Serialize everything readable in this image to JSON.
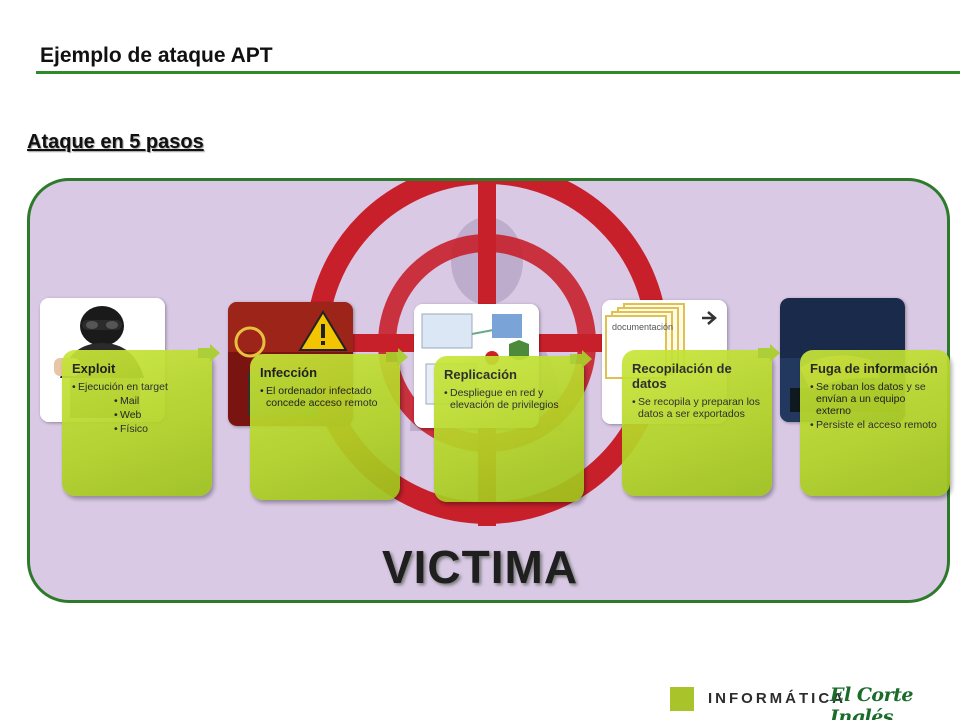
{
  "header": {
    "title": "Ejemplo de ataque APT"
  },
  "section": {
    "subtitle": "Ataque en 5 pasos"
  },
  "diagram": {
    "center_label": "VICTIMA",
    "panel_color": "#d9c9e5",
    "border_color": "#2d7a2b",
    "target_color": "#c8202b",
    "card_color": "#b8d82c",
    "steps": [
      {
        "title": "Exploit",
        "image_icon": "masked-burglar-laptop",
        "items": [
          "Ejecución en target",
          "Mail",
          "Web",
          "Físico"
        ]
      },
      {
        "title": "Infección",
        "image_icon": "biohazard-computer-warning",
        "items": [
          "El ordenador infectado concede acceso remoto"
        ]
      },
      {
        "title": "Replicación",
        "image_icon": "network-diagram-shields",
        "items": [
          "Despliegue en red y elevación de privilegios"
        ]
      },
      {
        "title": "Recopilación de datos",
        "image_icon": "documentation-stack-arrow",
        "stack_label": "documentación",
        "items": [
          "Se recopila y preparan los datos a ser exportados"
        ]
      },
      {
        "title": "Fuga de información",
        "image_icon": "hands-on-keyboard",
        "items": [
          "Se roban los datos y se envían a un equipo externo",
          "Persiste el acceso remoto"
        ]
      }
    ]
  },
  "footer": {
    "section_label": "INFORMÁTICA",
    "brand": "El Corte Inglés"
  }
}
